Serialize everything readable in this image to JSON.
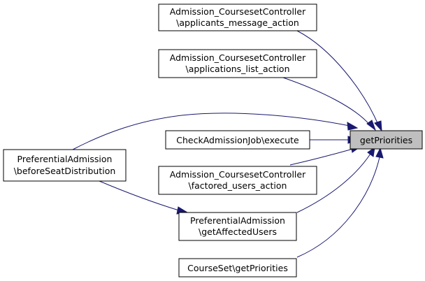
{
  "colors": {
    "edge": "#191970",
    "focus_fill": "#bfbfbf",
    "node_fill": "#ffffff",
    "node_border": "#000000"
  },
  "nodes": {
    "focus": {
      "lines": [
        "getPriorities"
      ]
    },
    "applicants_message": {
      "lines": [
        "Admission_CoursesetController",
        "\\applicants_message_action"
      ]
    },
    "applications_list": {
      "lines": [
        "Admission_CoursesetController",
        "\\applications_list_action"
      ]
    },
    "check_admission_job": {
      "lines": [
        "CheckAdmissionJob\\execute"
      ]
    },
    "factored_users": {
      "lines": [
        "Admission_CoursesetController",
        "\\factored_users_action"
      ]
    },
    "affected_users": {
      "lines": [
        "PreferentialAdmission",
        "\\getAffectedUsers"
      ]
    },
    "courseset_priorities": {
      "lines": [
        "CourseSet\\getPriorities"
      ]
    },
    "before_seat_distribution": {
      "lines": [
        "PreferentialAdmission",
        "\\beforeSeatDistribution"
      ]
    }
  }
}
